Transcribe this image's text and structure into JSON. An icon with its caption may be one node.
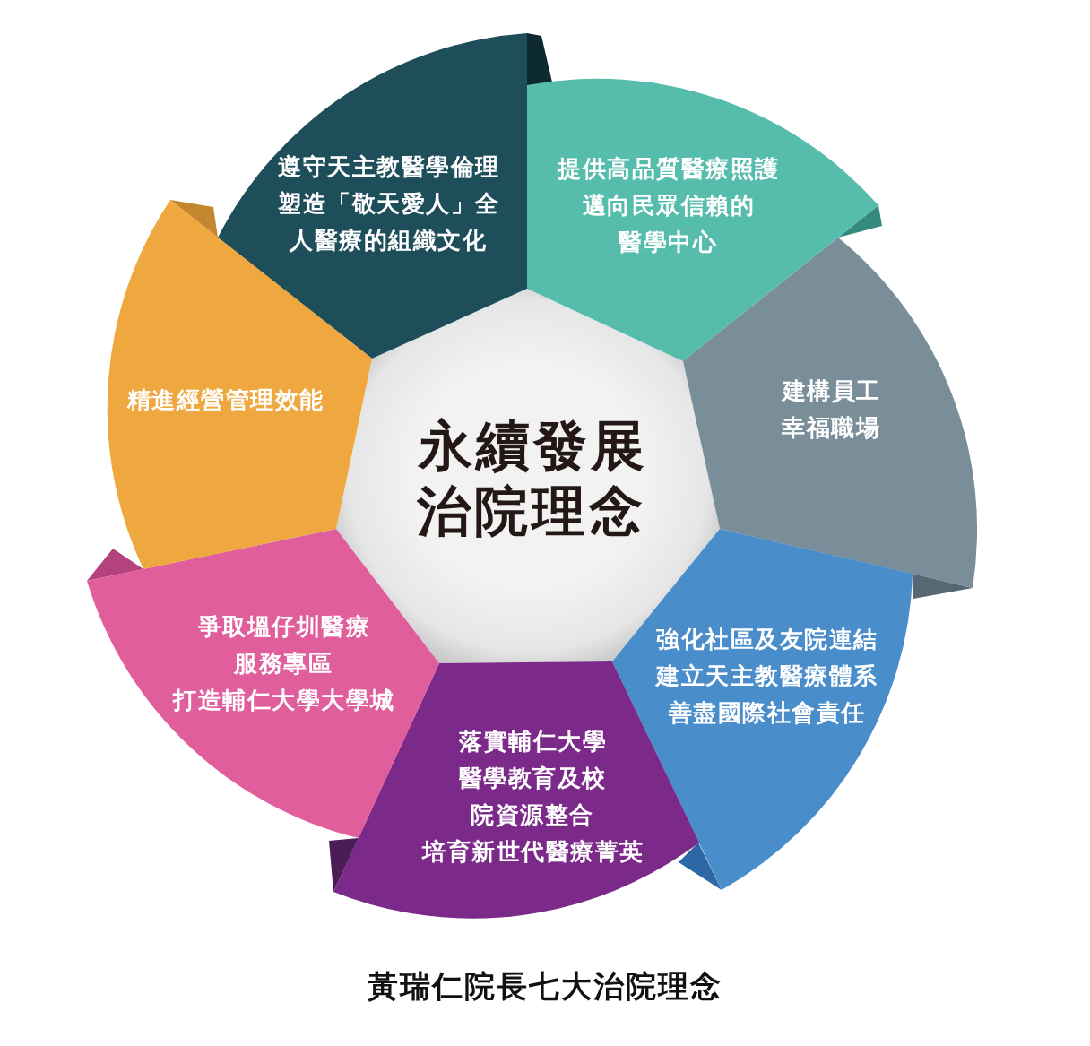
{
  "diagram": {
    "caption": "黃瑞仁院長七大治院理念",
    "nodes": [
      {
        "text": [
          "永續發展治院理念"
        ]
      },
      {
        "text": [
          "遵守天主教醫學倫理",
          "塑造「敬天愛人」全人醫療的組織文化"
        ]
      },
      {
        "text": [
          "提供高品質醫療照護",
          "邁向民眾信賴的醫學中心"
        ]
      },
      {
        "text": [
          "建構員工幸福職場"
        ]
      },
      {
        "text": [
          "強化社區及友院連結",
          "建立天主教醫療體系",
          "善盡國際社會責任"
        ]
      },
      {
        "text": [
          "落實輔仁大學醫學教育及校院資源整合",
          "培育新世代醫療菁英"
        ]
      },
      {
        "text": [
          "爭取塭仔圳醫療服務專區",
          "打造輔仁大學大學城"
        ]
      },
      {
        "text": [
          "精進經營管理效能"
        ]
      }
    ]
  }
}
